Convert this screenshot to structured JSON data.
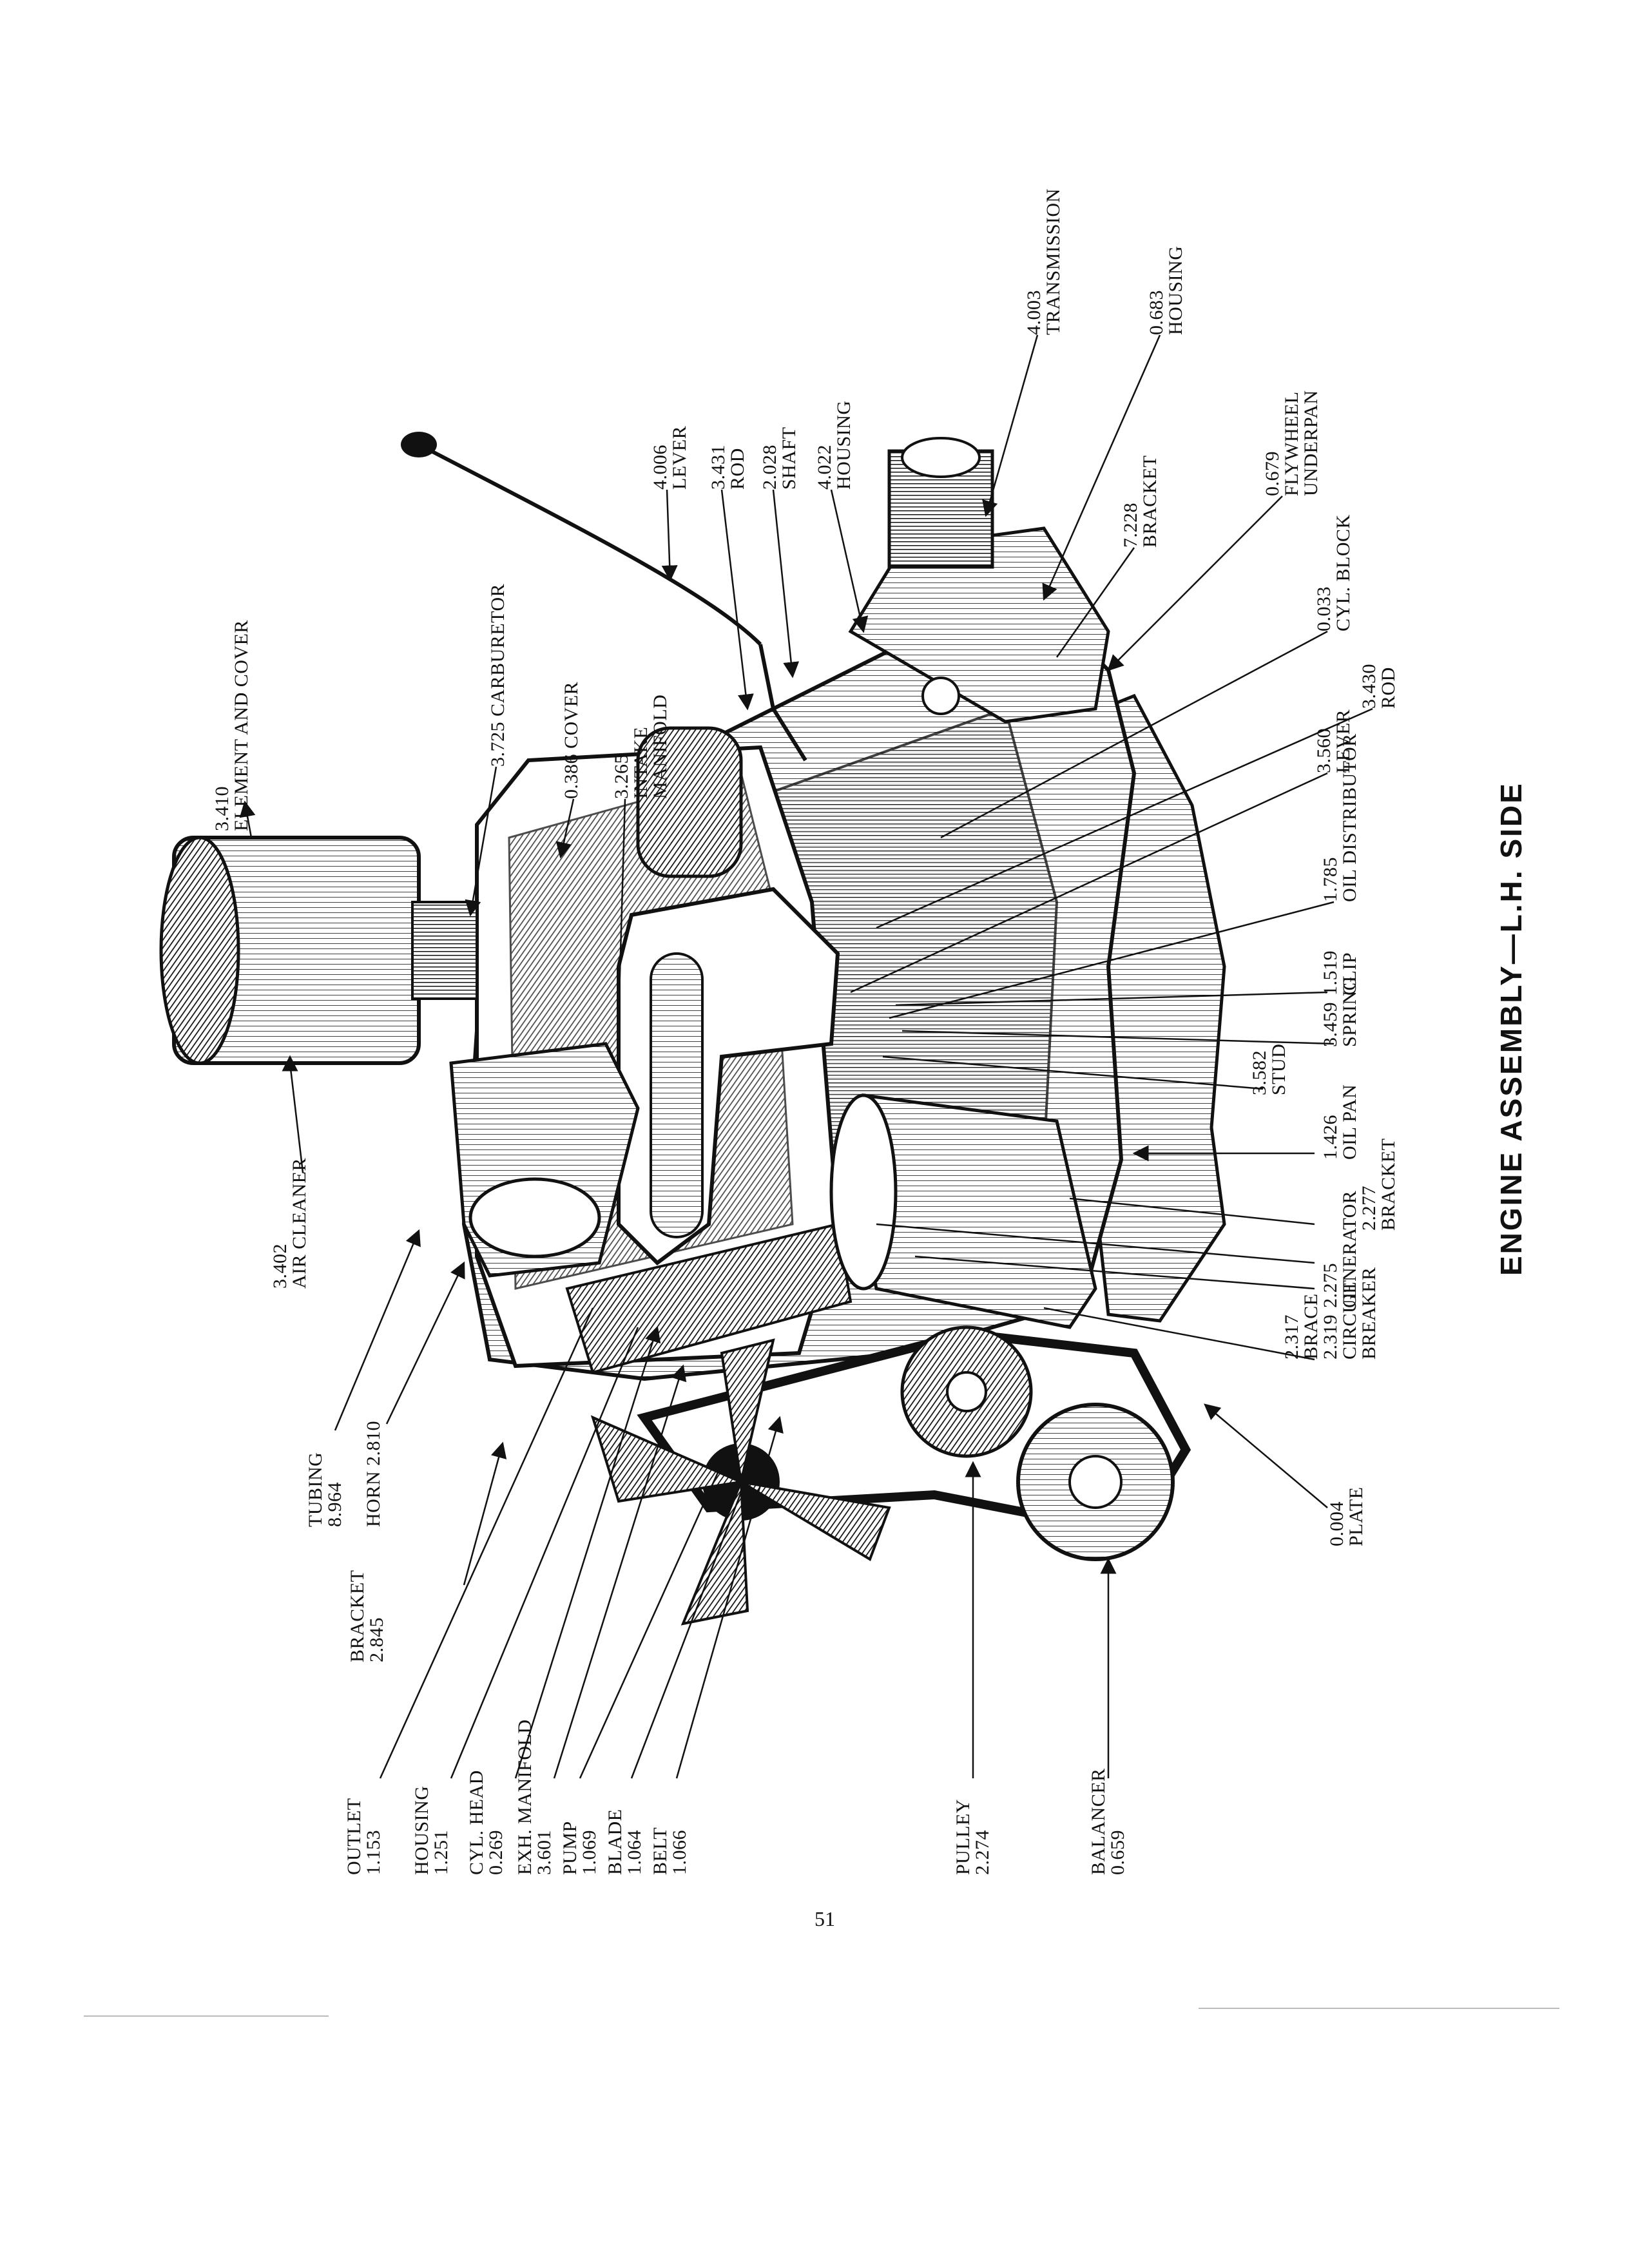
{
  "title": "ENGINE ASSEMBLY—L.H. SIDE",
  "page_number": "51",
  "callouts": {
    "element_cover": [
      "3.410",
      "ELEMENT AND COVER"
    ],
    "carburetor": [
      "3.725 CARBURETOR"
    ],
    "cover": [
      "0.386 COVER"
    ],
    "intake": [
      "3.265",
      "INTAKE",
      "MANIFOLD"
    ],
    "lever_top": [
      "4.006",
      "LEVER"
    ],
    "rod_top": [
      "3.431",
      "ROD"
    ],
    "shaft": [
      "2.028",
      "SHAFT"
    ],
    "housing_top": [
      "4.022",
      "HOUSING"
    ],
    "transmission": [
      "4.003",
      "TRANSMISSION"
    ],
    "housing_flywheel": [
      "0.683",
      "HOUSING"
    ],
    "bracket_top": [
      "7.228",
      "BRACKET"
    ],
    "underpan": [
      "0.679",
      "FLYWHEEL",
      "UNDERPAN"
    ],
    "cyl_block": [
      "0.033",
      "CYL. BLOCK"
    ],
    "rod_right": [
      "3.430",
      "ROD"
    ],
    "lever_right": [
      "3.560",
      "LEVER"
    ],
    "oil_dist": [
      "1.785",
      "OIL DISTRIBUTOR"
    ],
    "clip": [
      "1.519",
      "CLIP"
    ],
    "spring": [
      "3.459",
      "SPRING"
    ],
    "stud": [
      "3.582",
      "STUD"
    ],
    "oil_pan": [
      "1.426",
      "OIL PAN"
    ],
    "bracket_gen": [
      "2.277",
      "BRACKET"
    ],
    "generator": [
      "2.275",
      "GENERATOR"
    ],
    "breaker": [
      "2.319",
      "CIRCUIT",
      "BREAKER"
    ],
    "brace": [
      "2.317",
      "BRACE"
    ],
    "plate": [
      "0.004",
      "PLATE"
    ],
    "air_cleaner": [
      "3.402",
      "AIR CLEANER"
    ],
    "tubing": [
      "TUBING",
      "8.964"
    ],
    "horn": [
      "HORN 2.810"
    ],
    "bracket_left": [
      "BRACKET",
      "2.845"
    ],
    "outlet": [
      "OUTLET",
      "1.153"
    ],
    "housing_bottom": [
      "HOUSING",
      "1.251"
    ],
    "cyl_head": [
      "CYL. HEAD",
      "0.269"
    ],
    "exh_manifold": [
      "EXH. MANIFOLD",
      "3.601"
    ],
    "pump": [
      "PUMP",
      "1.069"
    ],
    "blade": [
      "BLADE",
      "1.064"
    ],
    "belt": [
      "BELT",
      "1.066"
    ],
    "pulley": [
      "PULLEY",
      "2.274"
    ],
    "balancer": [
      "BALANCER",
      "0.659"
    ]
  },
  "colors": {
    "ink": "#111111",
    "paper": "#ffffff"
  }
}
